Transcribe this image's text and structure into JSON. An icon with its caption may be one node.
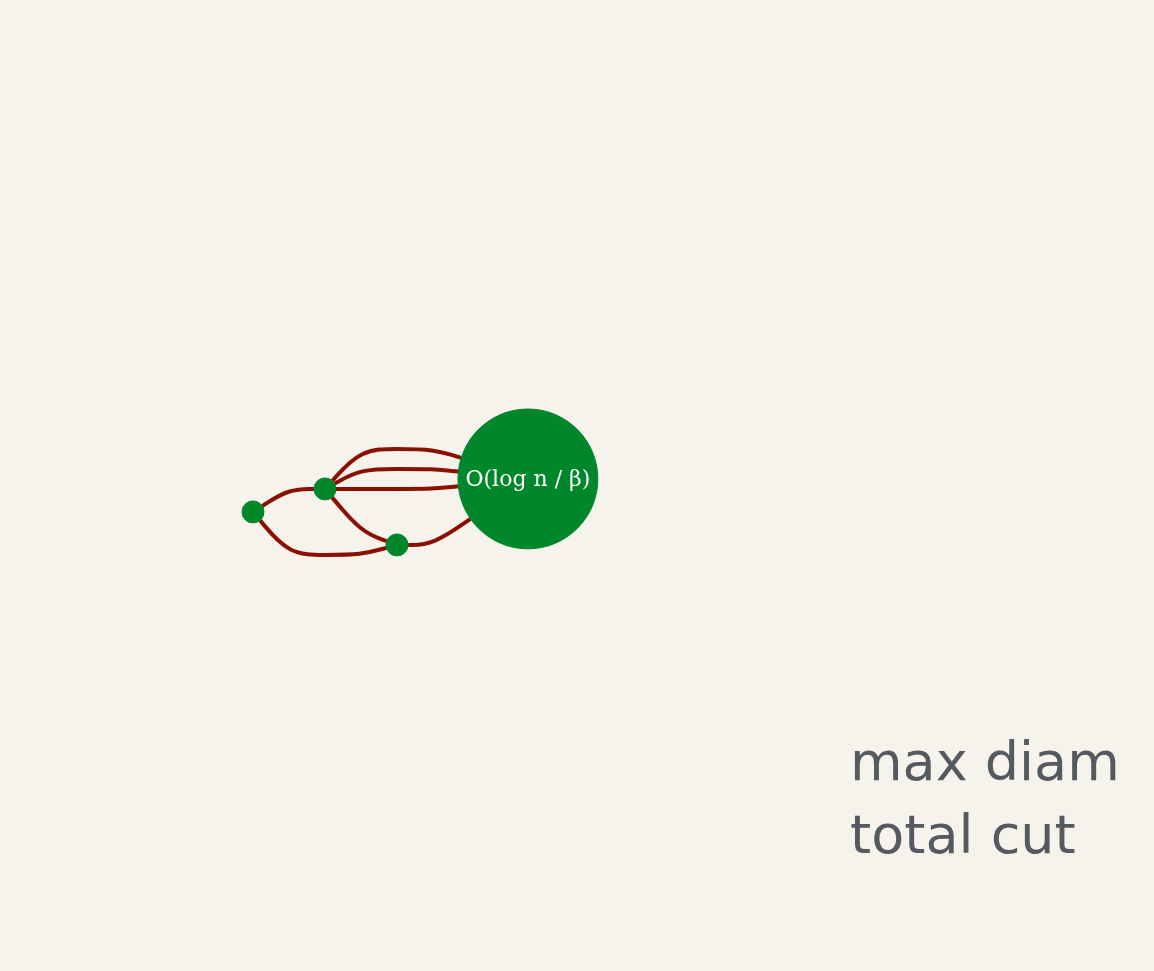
{
  "diagram": {
    "nodes": [
      {
        "text": [],
        "shape": "circle"
      },
      {
        "text": [],
        "shape": "circle"
      },
      {
        "text": [
          "O(log n / β)"
        ]
      },
      {
        "text": [],
        "shape": "circle"
      }
    ],
    "edges": [
      {
        "from": 0,
        "to": 1,
        "arrow": "none"
      },
      {
        "from": 0,
        "to": 3,
        "arrow": "none"
      },
      {
        "from": 1,
        "to": 2,
        "arrow": "none"
      },
      {
        "from": 1,
        "to": 2,
        "arrow": "none"
      },
      {
        "from": 1,
        "to": 2,
        "arrow": "none"
      },
      {
        "from": 1,
        "to": 3,
        "arrow": "none"
      },
      {
        "from": 3,
        "to": 2,
        "arrow": "none"
      }
    ],
    "labels": [
      "max diam",
      "total cut"
    ]
  }
}
